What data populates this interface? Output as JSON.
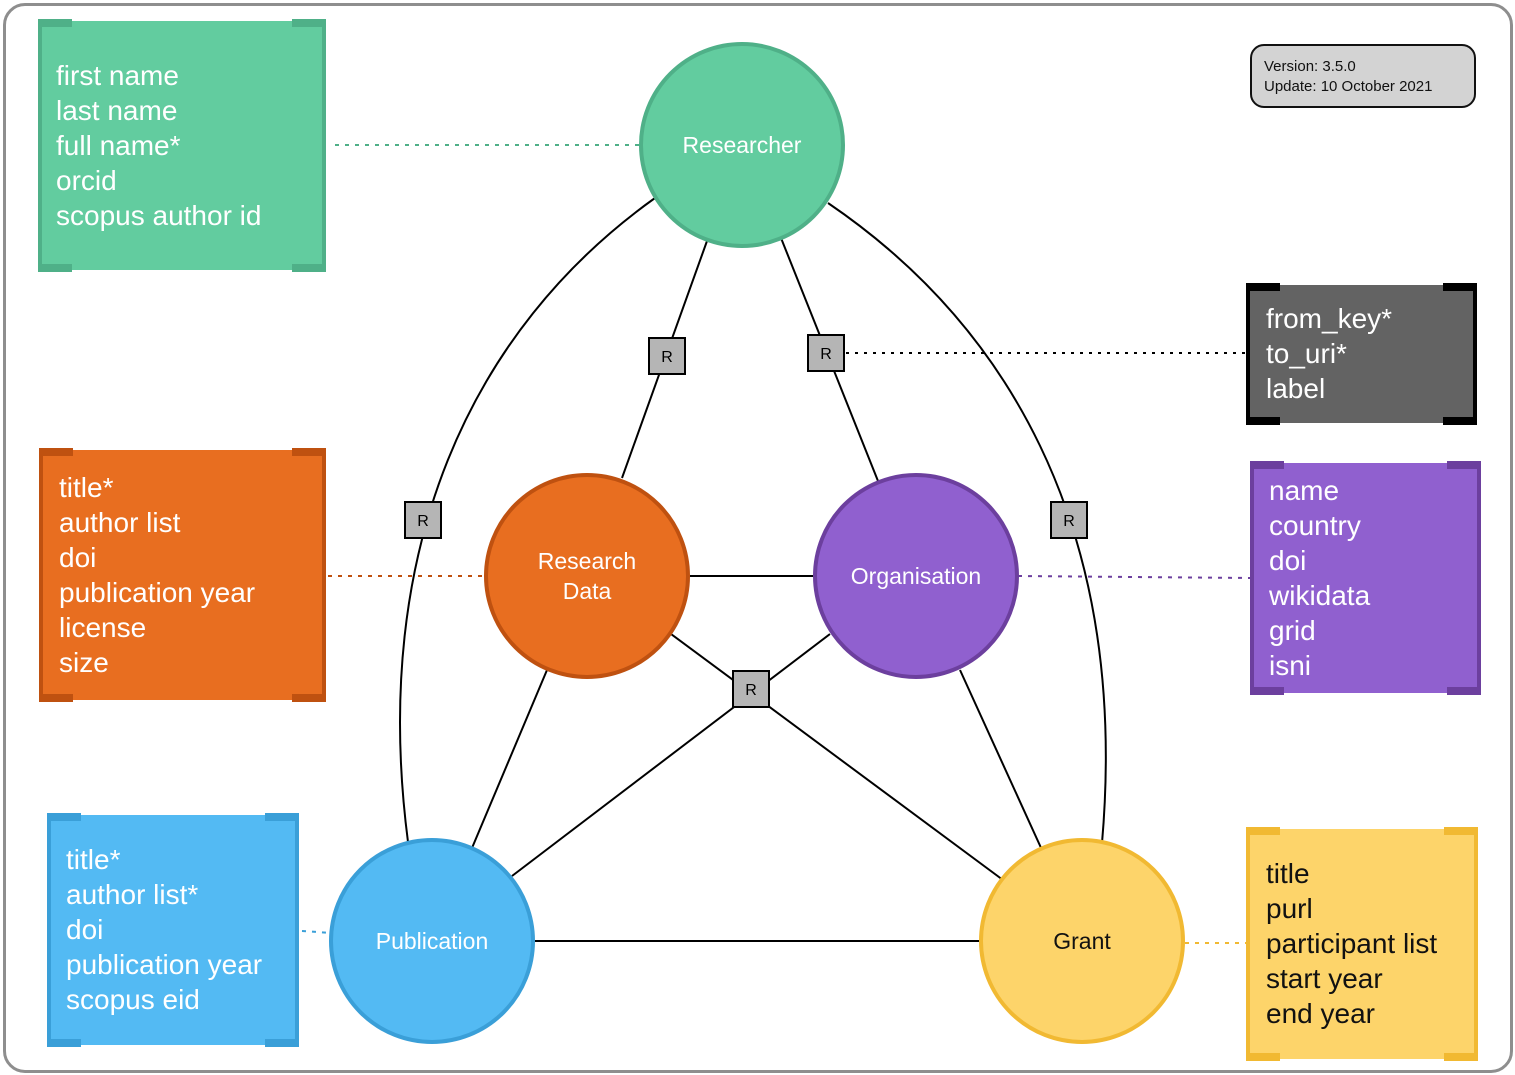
{
  "version_box": {
    "version": "Version: 3.5.0",
    "update": "Update: 10 October 2021"
  },
  "nodes": {
    "researcher": {
      "label": "Researcher",
      "color": "#62cc9f",
      "border": "#4fb088"
    },
    "research_data": {
      "label_lines": [
        "Research",
        "Data"
      ],
      "color": "#e86e20",
      "border": "#bf5110"
    },
    "organisation": {
      "label": "Organisation",
      "color": "#9060cf",
      "border": "#6c3f9e"
    },
    "publication": {
      "label": "Publication",
      "color": "#53baf3",
      "border": "#3a9fd8"
    },
    "grant": {
      "label": "Grant",
      "color": "#fdd46a",
      "border": "#f1b932"
    }
  },
  "relation_marker_label": "R",
  "attribute_boxes": {
    "researcher": {
      "color": "#62cc9f",
      "border": "#4fb088",
      "text_color": "#ffffff",
      "lines": [
        "first name",
        "last name",
        "full name*",
        "orcid",
        "scopus author id"
      ]
    },
    "research_data": {
      "color": "#e86e20",
      "border": "#bf5110",
      "text_color": "#ffffff",
      "lines": [
        "title*",
        "author list",
        "doi",
        "publication year",
        "license",
        "size"
      ]
    },
    "publication": {
      "color": "#53baf3",
      "border": "#3a9fd8",
      "text_color": "#ffffff",
      "lines": [
        "title*",
        "author list*",
        "doi",
        "publication year",
        "scopus eid"
      ]
    },
    "relation": {
      "color": "#636363",
      "border": "#000000",
      "text_color": "#ffffff",
      "lines": [
        "from_key*",
        "to_uri*",
        "label"
      ]
    },
    "organisation": {
      "color": "#9060cf",
      "border": "#6c3f9e",
      "text_color": "#ffffff",
      "lines": [
        "name",
        "country",
        "doi",
        "wikidata",
        "grid",
        "isni"
      ]
    },
    "grant": {
      "color": "#fdd46a",
      "border": "#f1b932",
      "text_color": "#111111",
      "lines": [
        "title",
        "purl",
        "participant list",
        "start year",
        "end year"
      ]
    }
  }
}
